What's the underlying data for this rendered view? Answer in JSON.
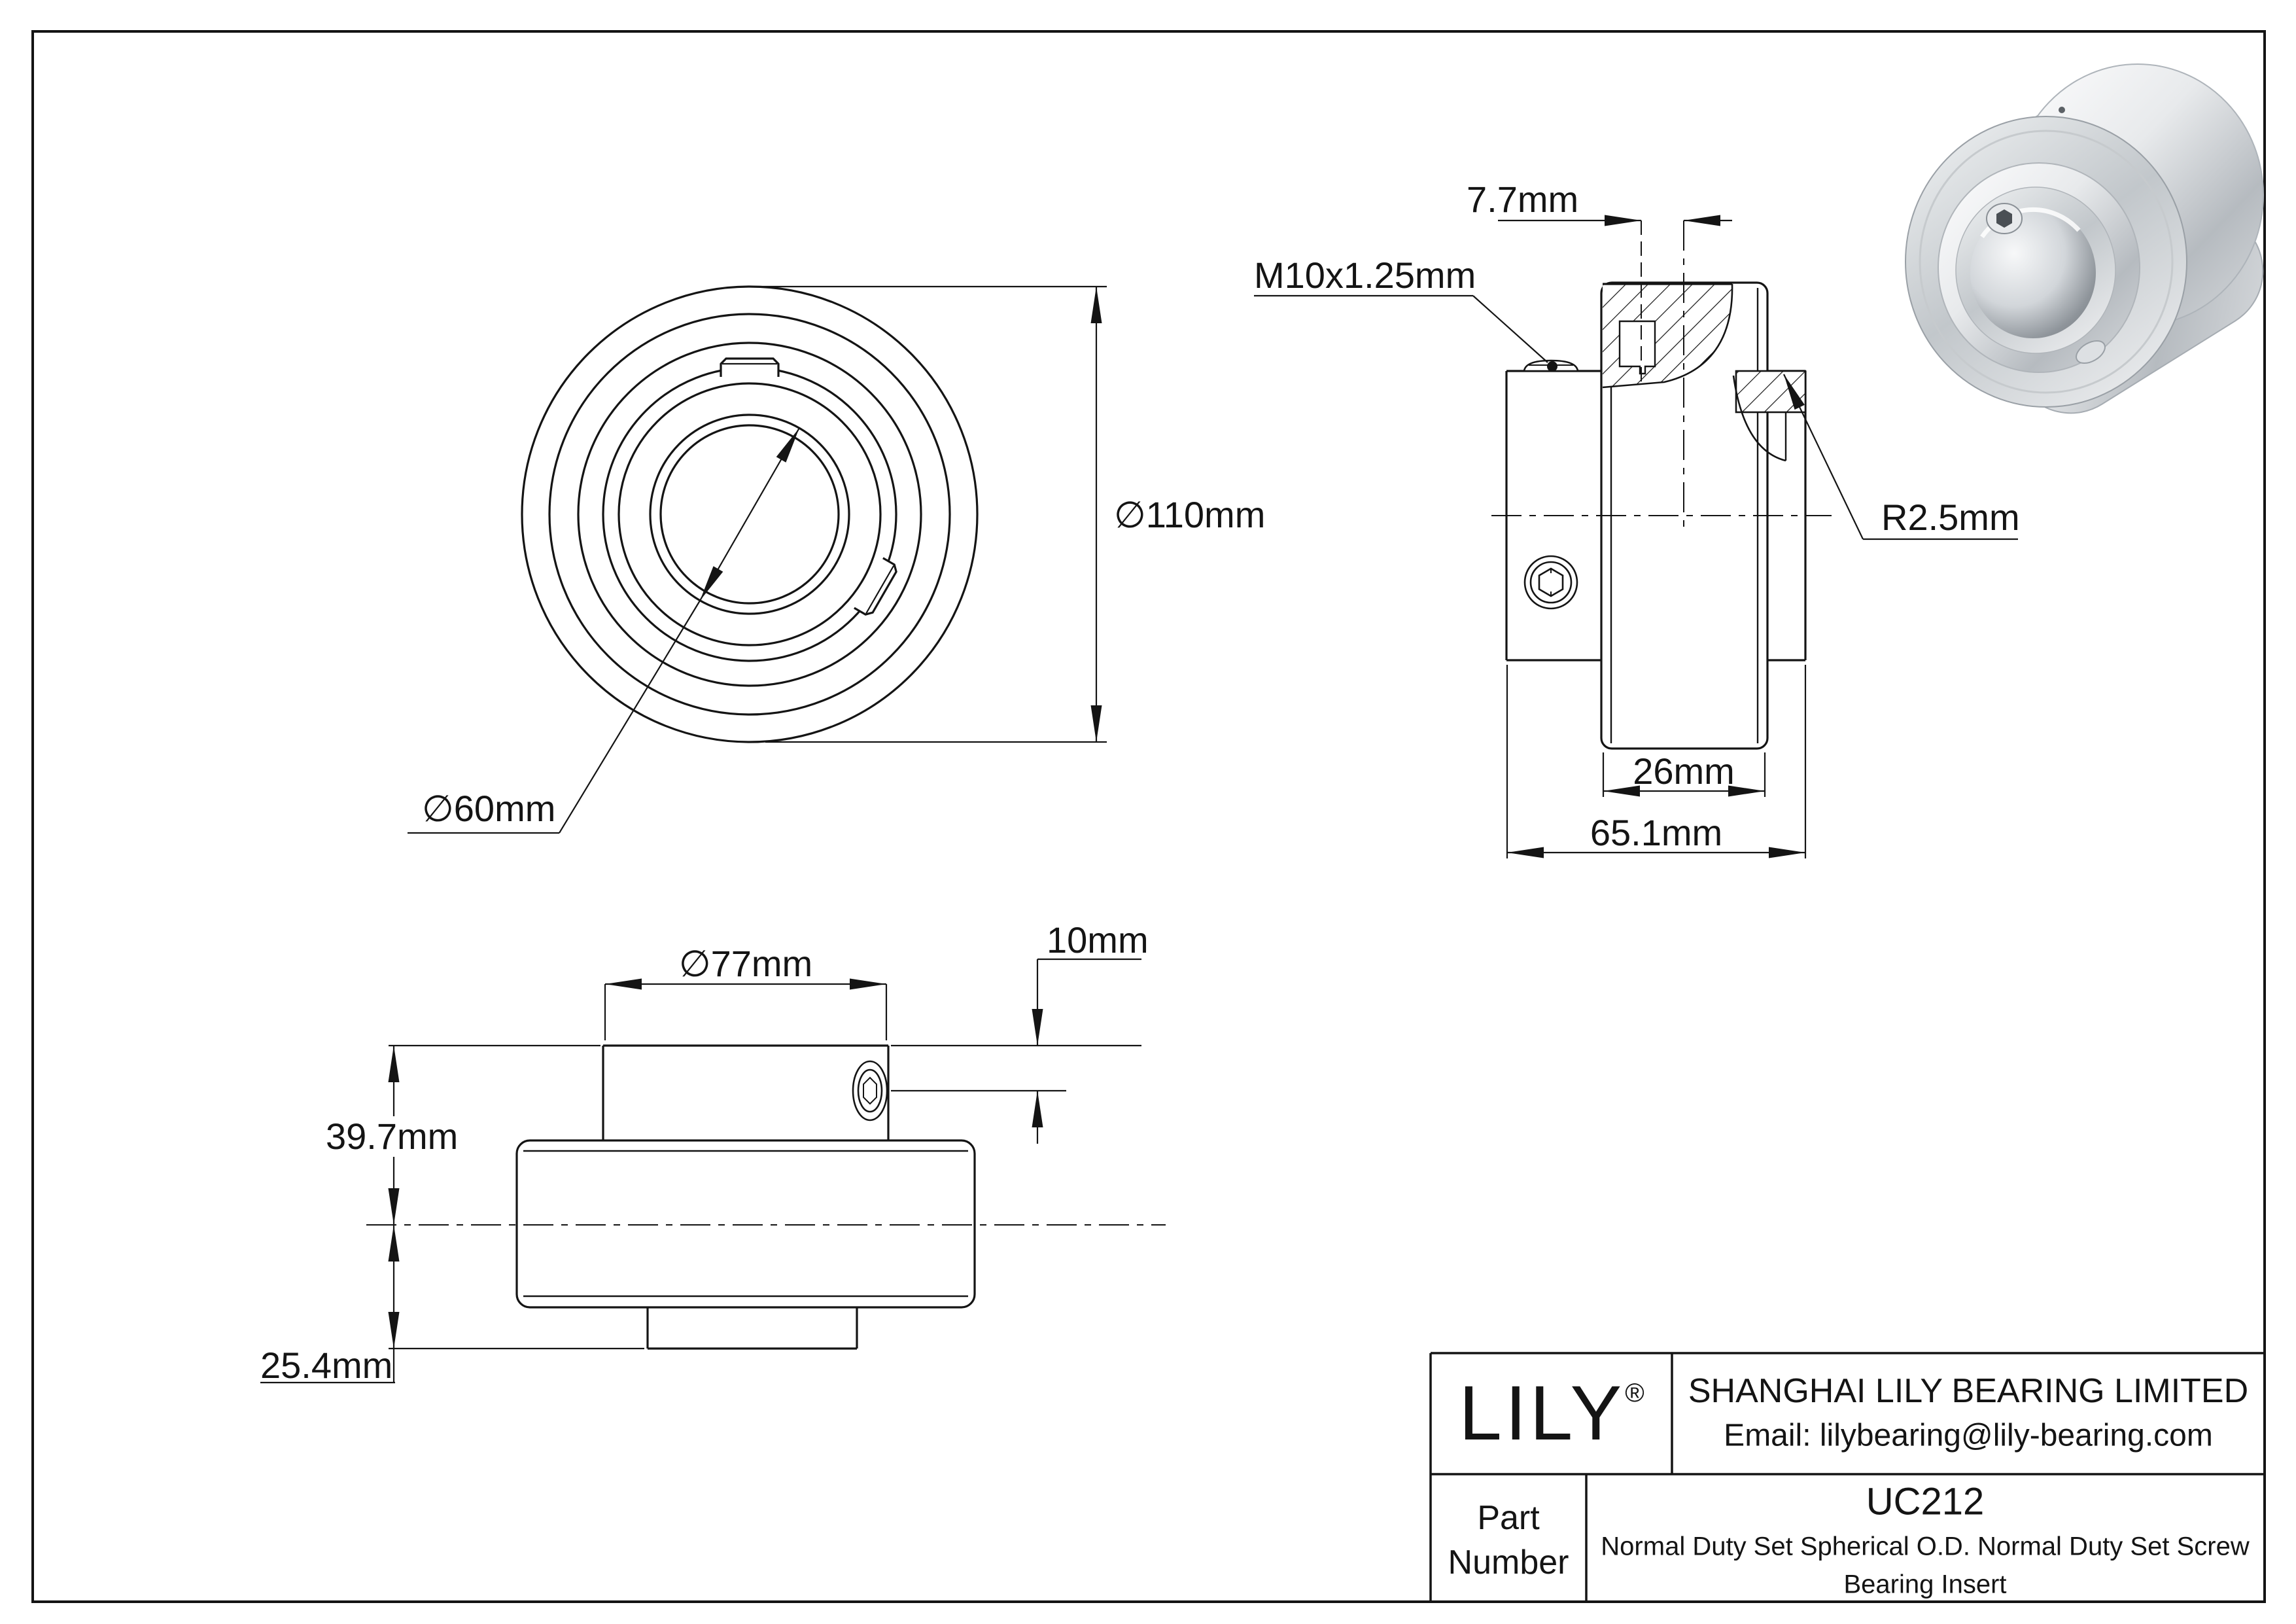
{
  "drawing": {
    "front_view": {
      "outer_diameter": "∅110mm",
      "bore_diameter": "∅60mm"
    },
    "section_view": {
      "screw_offset": "7.7mm",
      "set_screw_thread": "M10x1.25mm",
      "fillet_radius": "R2.5mm",
      "outer_ring_width": "26mm",
      "total_width": "65.1mm"
    },
    "side_view": {
      "sleeve_diameter": "∅77mm",
      "screw_to_end": "10mm",
      "end_to_center": "39.7mm",
      "center_to_end": "25.4mm"
    }
  },
  "title_block": {
    "logo": "LILY",
    "registered": "®",
    "company": "SHANGHAI LILY BEARING LIMITED",
    "email": "Email: lilybearing@lily-bearing.com",
    "part_label_1": "Part",
    "part_label_2": "Number",
    "part_number": "UC212",
    "description_1": "Normal Duty Set Spherical O.D. Normal Duty Set Screw",
    "description_2": "Bearing Insert"
  },
  "colors": {
    "line": "#141414",
    "background": "#ffffff",
    "metal_light": "#f4f6f7",
    "metal_dark": "#8f959b"
  }
}
